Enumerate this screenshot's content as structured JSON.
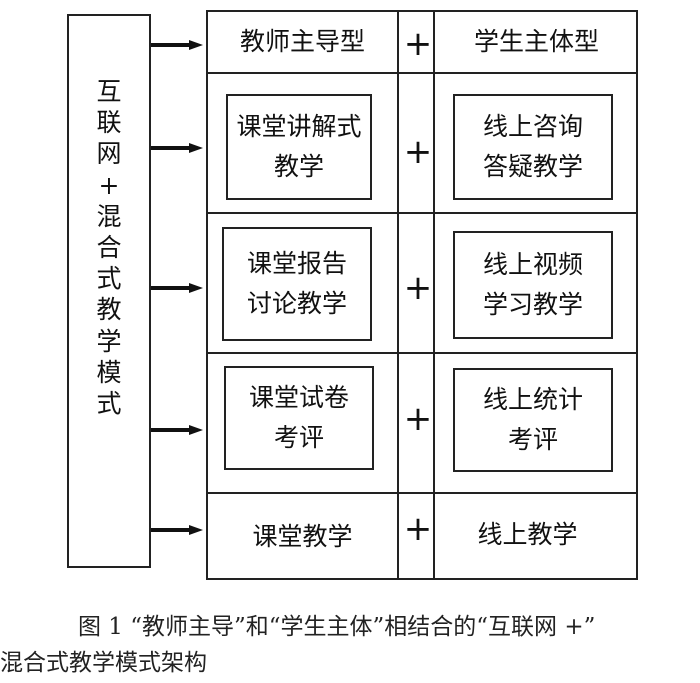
{
  "left_label": [
    "互",
    "联",
    "网",
    "+",
    "混",
    "合",
    "式",
    "教",
    "学",
    "模",
    "式"
  ],
  "header": {
    "left": "教师主导型",
    "plus": "+",
    "right": "学生主体型"
  },
  "rows": [
    {
      "teacher": [
        "课堂讲解式",
        "教学"
      ],
      "plus": "+",
      "student": [
        "线上咨询",
        "答疑教学"
      ]
    },
    {
      "teacher": [
        "课堂报告",
        "讨论教学"
      ],
      "plus": "+",
      "student": [
        "线上视频",
        "学习教学"
      ]
    },
    {
      "teacher": [
        "课堂试卷",
        "考评"
      ],
      "plus": "+",
      "student": [
        "线上统计",
        "考评"
      ]
    }
  ],
  "footer": {
    "left": "课堂教学",
    "plus": "+",
    "right": "线上教学"
  },
  "caption": {
    "line1": "图 1 “教师主导”和“学生主体”相结合的“互联网 +”",
    "line2": "混合式教学模式架构"
  },
  "colors": {
    "line": "#222222",
    "background": "#ffffff"
  }
}
